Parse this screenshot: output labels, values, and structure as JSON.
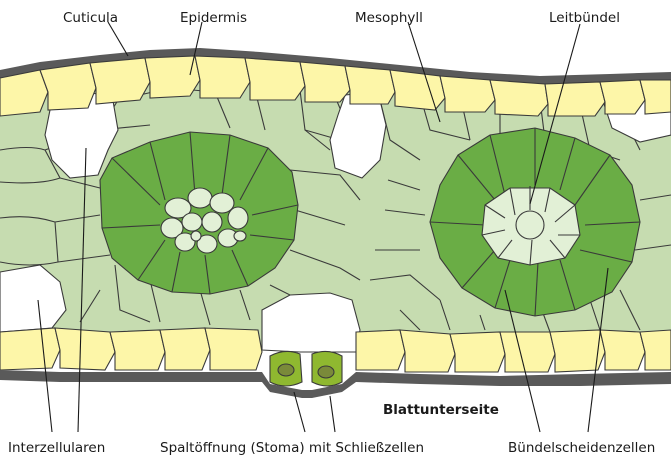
{
  "labels": {
    "cuticula": "Cuticula",
    "epidermis": "Epidermis",
    "mesophyll": "Mesophyll",
    "leitbuendel": "Leitbündel",
    "blattunterseite": "Blattunterseite",
    "interzellularen": "Interzellularen",
    "spaltoeffnung": "Spaltöffnung (Stoma) mit Schließzellen",
    "buendelscheidenzellen": "Bündelscheidenzellen"
  },
  "colors": {
    "epidermis": "#fdf6a8",
    "cuticula": "#5a5a5a",
    "mesophyll": "#c6dcb0",
    "bundle_sheath": "#6aad45",
    "vascular": "#e2f0d6",
    "guard_cell": "#8fb830",
    "intercellular": "#ffffff"
  }
}
